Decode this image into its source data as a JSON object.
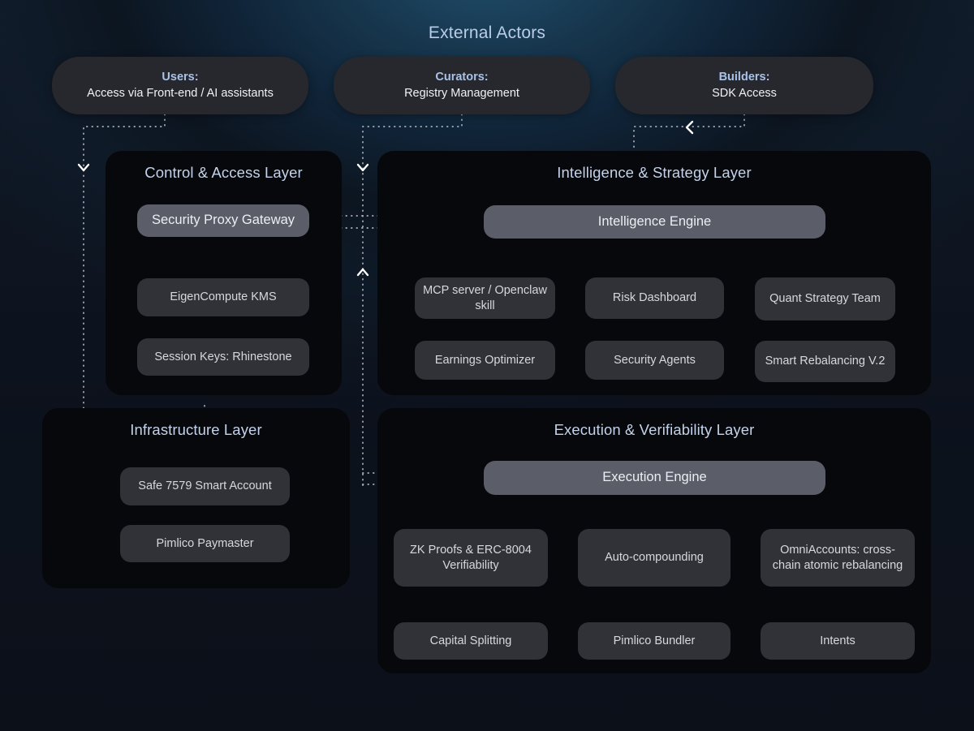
{
  "title": "External Actors",
  "colors": {
    "accent_title": "#b9cde8",
    "layer_title": "#c3d2ea",
    "actor_role": "#a8c2e8",
    "node_bg": "#2c2e35",
    "engine_bg": "#5b5d68",
    "panel_bg": "#07080b",
    "wire": "#b9bcc4"
  },
  "actors": [
    {
      "role": "Users:",
      "desc": "Access via Front-end / AI assistants"
    },
    {
      "role": "Curators:",
      "desc": "Registry Management"
    },
    {
      "role": "Builders:",
      "desc": "SDK Access"
    }
  ],
  "layers": [
    {
      "id": "control",
      "title": "Control & Access Layer",
      "nodes": [
        {
          "label": "Security Proxy Gateway",
          "kind": "engine"
        },
        {
          "label": "EigenCompute KMS",
          "kind": "node"
        },
        {
          "label": "Session Keys: Rhinestone",
          "kind": "node"
        }
      ]
    },
    {
      "id": "intelligence",
      "title": "Intelligence & Strategy Layer",
      "nodes": [
        {
          "label": "Intelligence Engine",
          "kind": "engine"
        },
        {
          "label": "MCP server / Openclaw skill",
          "kind": "node"
        },
        {
          "label": "Risk Dashboard",
          "kind": "node"
        },
        {
          "label": "Quant Strategy Team",
          "kind": "node"
        },
        {
          "label": "Earnings Optimizer",
          "kind": "node"
        },
        {
          "label": "Security Agents",
          "kind": "node"
        },
        {
          "label": "Smart Rebalancing V.2",
          "kind": "node"
        }
      ]
    },
    {
      "id": "infrastructure",
      "title": "Infrastructure Layer",
      "nodes": [
        {
          "label": "Safe 7579 Smart Account",
          "kind": "node"
        },
        {
          "label": "Pimlico Paymaster",
          "kind": "node"
        }
      ]
    },
    {
      "id": "execution",
      "title": "Execution & Verifiability Layer",
      "nodes": [
        {
          "label": "Execution Engine",
          "kind": "engine"
        },
        {
          "label": "ZK Proofs & ERC-8004 Verifiability",
          "kind": "node"
        },
        {
          "label": "Auto-compounding",
          "kind": "node"
        },
        {
          "label": "OmniAccounts: cross-chain atomic rebalancing",
          "kind": "node"
        },
        {
          "label": "Capital Splitting",
          "kind": "node"
        },
        {
          "label": "Pimlico Bundler",
          "kind": "node"
        },
        {
          "label": "Intents",
          "kind": "node"
        }
      ]
    }
  ]
}
